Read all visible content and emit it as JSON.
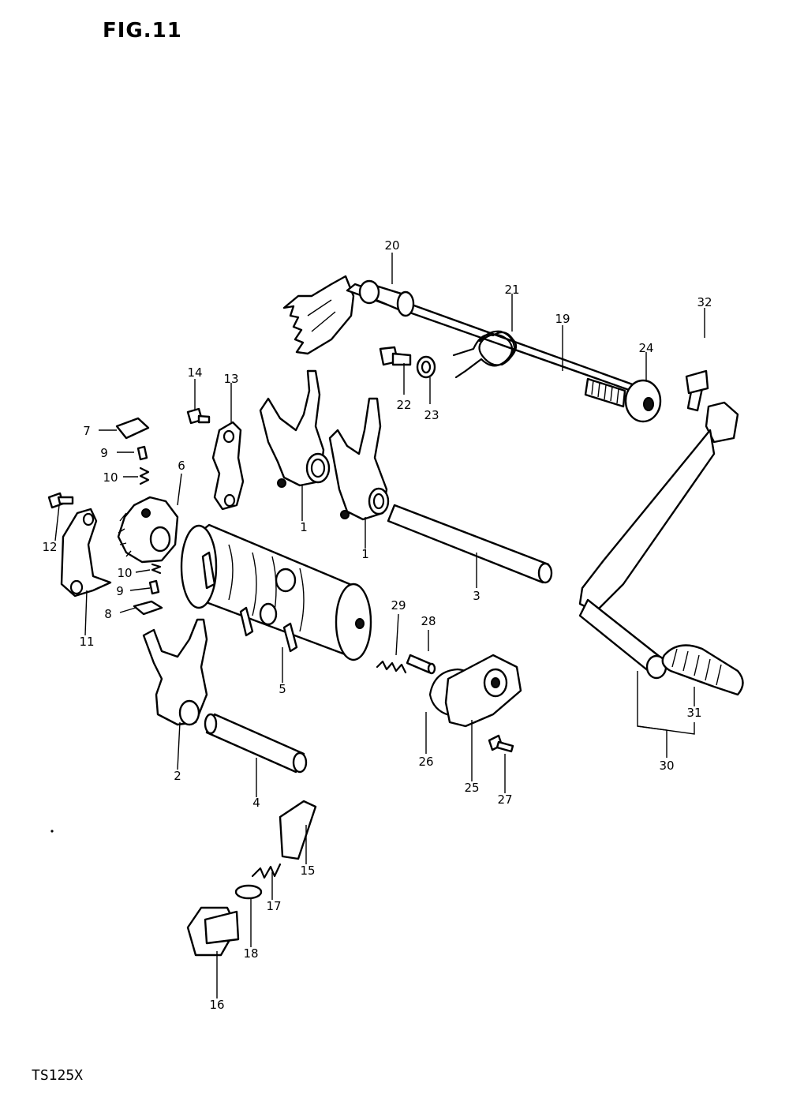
{
  "figure": {
    "title": "FIG.11",
    "model": "TS125X"
  },
  "callouts": [
    "1",
    "1",
    "2",
    "3",
    "4",
    "5",
    "6",
    "7",
    "8",
    "9",
    "9",
    "10",
    "10",
    "11",
    "12",
    "13",
    "14",
    "15",
    "16",
    "17",
    "18",
    "19",
    "20",
    "21",
    "22",
    "23",
    "24",
    "25",
    "26",
    "27",
    "28",
    "29",
    "30",
    "31",
    "32"
  ]
}
